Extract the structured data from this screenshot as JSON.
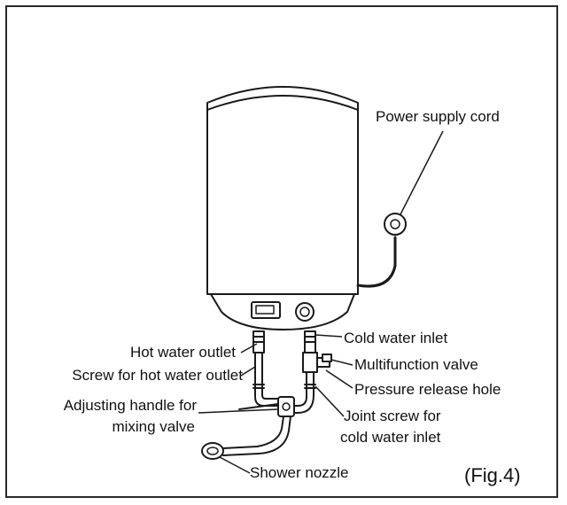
{
  "labels": {
    "power_cord": "Power supply cord",
    "hot_outlet": "Hot water outlet",
    "hot_screw": "Screw for hot water outlet",
    "mixing_handle_1": "Adjusting handle for",
    "mixing_handle_2": "mixing valve",
    "cold_inlet": "Cold water inlet",
    "multi_valve": "Multifunction valve",
    "pressure_hole": "Pressure release hole",
    "joint_screw_1": "Joint screw for",
    "joint_screw_2": "cold water inlet",
    "shower_nozzle": "Shower nozzle"
  },
  "figure_label": "(Fig.4)",
  "colors": {
    "line": "#1a1a1a",
    "fill": "#ffffff",
    "frame": "#2a2a2a"
  }
}
